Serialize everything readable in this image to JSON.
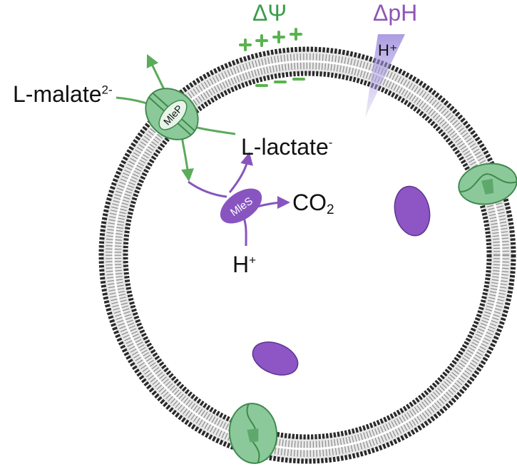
{
  "header": {
    "membrane_potential": "ΔΨ",
    "ph_gradient": "ΔpH",
    "potential_outside_charges": "+ + + +",
    "potential_inside_charges": "- - -",
    "proton_gradient_label": "H⁺"
  },
  "transport": {
    "transporter_name": "MleP",
    "substrate_base": "L-malate",
    "substrate_charge": "2-",
    "product_base": "L-lactate",
    "product_charge": "-"
  },
  "enzyme": {
    "name": "MleS",
    "product_base": "CO",
    "product_subscript": "2",
    "cosubstrate_base": "H",
    "cosubstrate_superscript": "+"
  },
  "colors": {
    "membrane_potential": "#3a9c4a",
    "ph_gradient": "#8e55b8",
    "transporter_fill": "#8cc99a",
    "transporter_stroke": "#3e8a4c",
    "arrow_green": "#5aab5a",
    "enzyme_purple": "#8855c0",
    "vesicle_purple": "#8e55c4",
    "bilayer_heads": "#2a2a2a"
  },
  "icons": {
    "transporter": "membrane-transporter-icon",
    "enzyme": "enzyme-blob-icon",
    "vesicle": "purple-vesicle-icon"
  }
}
